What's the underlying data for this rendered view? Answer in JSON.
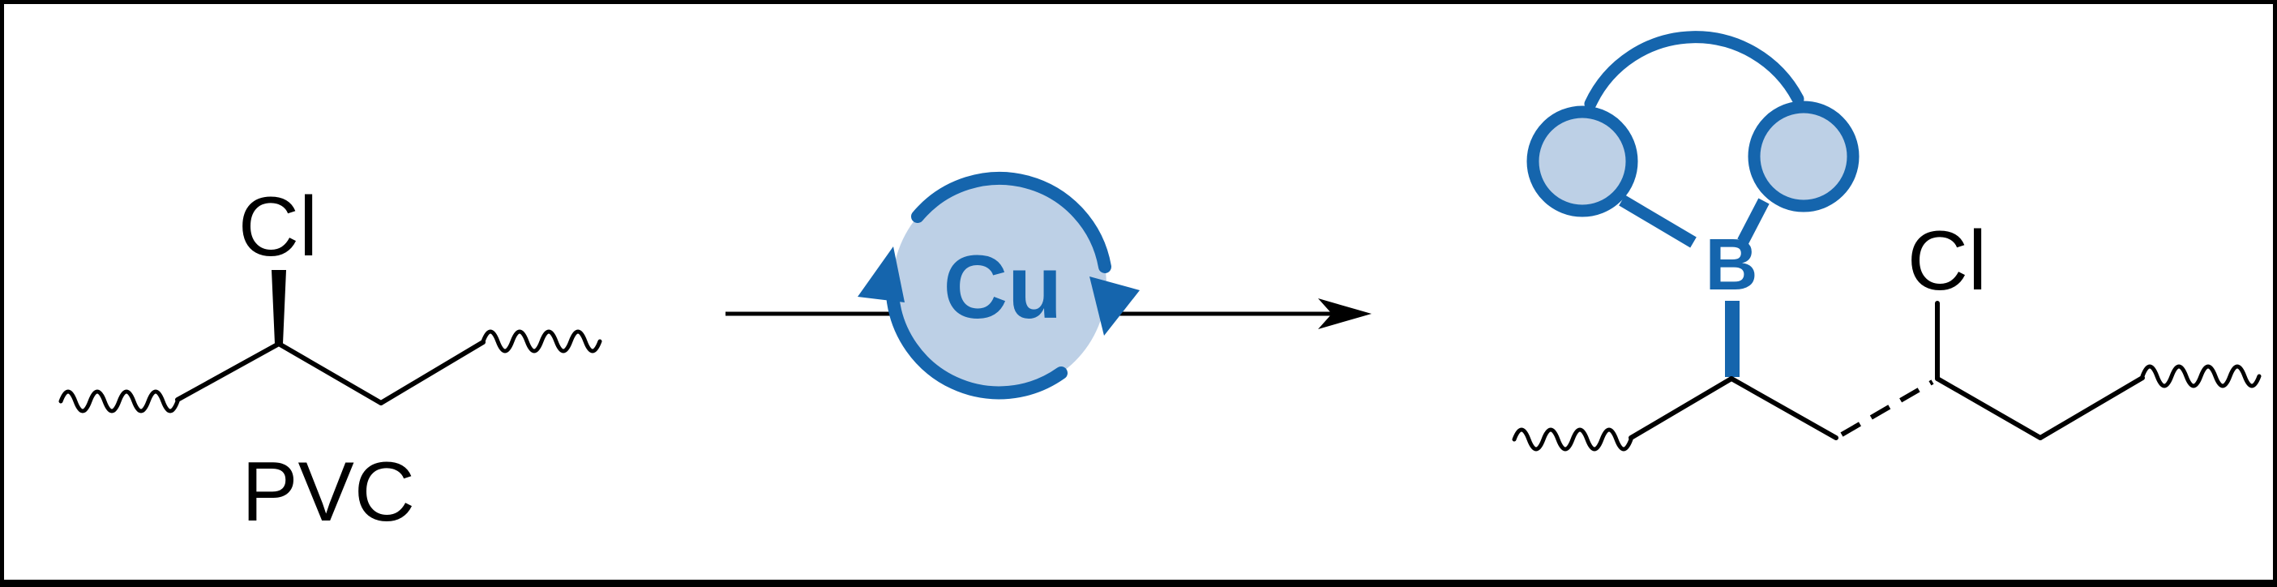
{
  "figure": {
    "type": "chemical-reaction-scheme",
    "description": "Copper-catalyzed borylation of PVC: secondary C–Cl site of poly(vinyl chloride) converted to a boronate (B) group while other C–Cl sites remain",
    "reactant": {
      "name": "PVC",
      "substituent_label": "Cl"
    },
    "arrow": {
      "catalyst_label": "Cu",
      "direction": "left-to-right"
    },
    "product": {
      "boron_label": "B",
      "substituent_label": "Cl",
      "boron_group": "cyclic pinacol-type boronate shown as two shaded rings bridged by an arc"
    }
  },
  "colors": {
    "accent_blue": "#1565ad",
    "accent_blue_light": "#bdd0e6",
    "bond_black": "#000000",
    "frame_black": "#000000",
    "background": "#ffffff"
  }
}
